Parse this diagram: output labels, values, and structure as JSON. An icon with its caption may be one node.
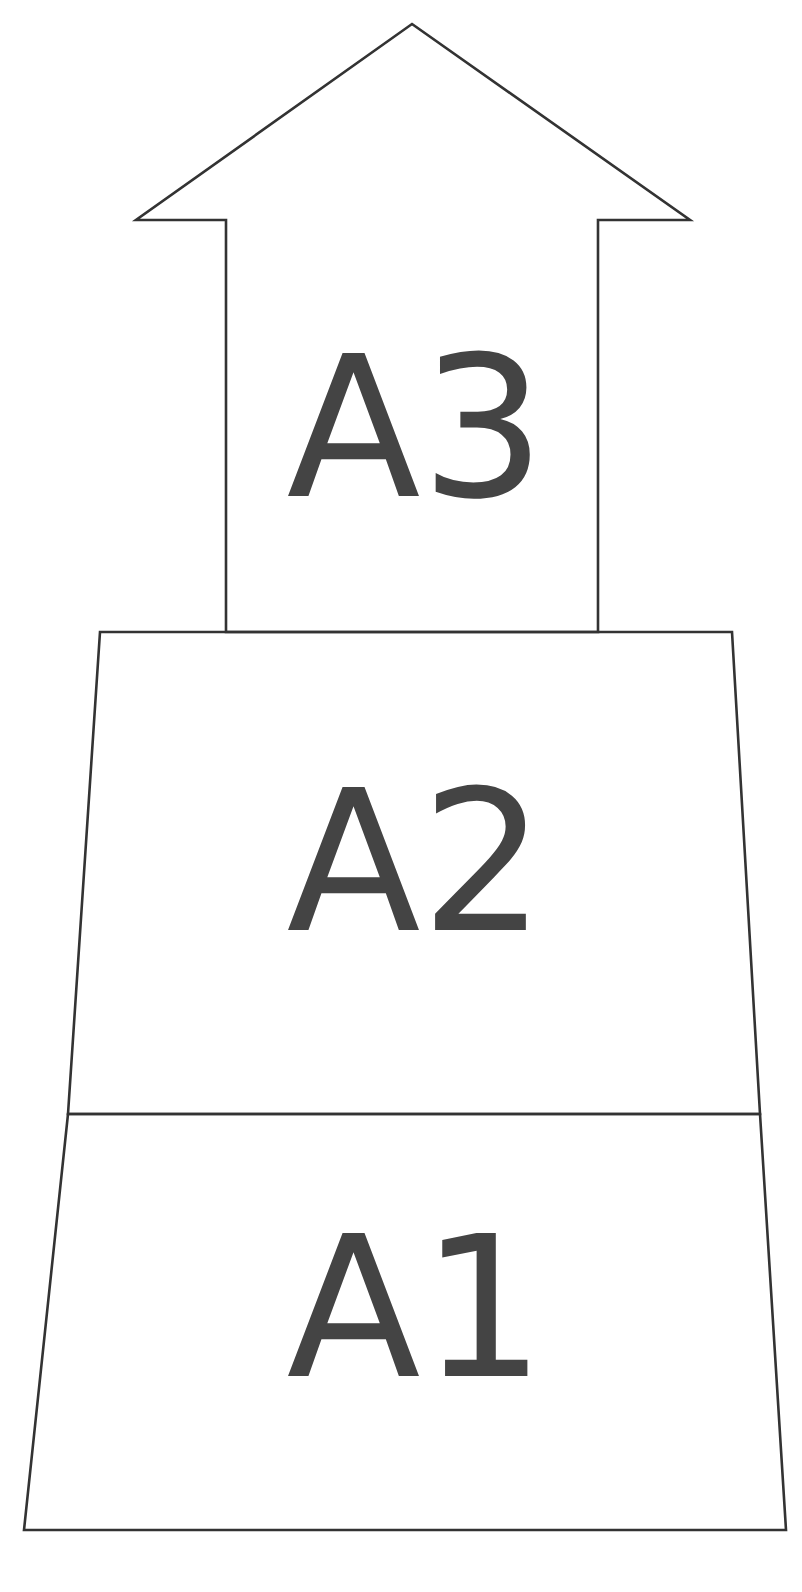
{
  "diagram": {
    "nodes": [
      {
        "text": [
          "A3"
        ]
      },
      {
        "text": [
          "A2"
        ]
      },
      {
        "text": [
          "A1"
        ]
      }
    ]
  }
}
